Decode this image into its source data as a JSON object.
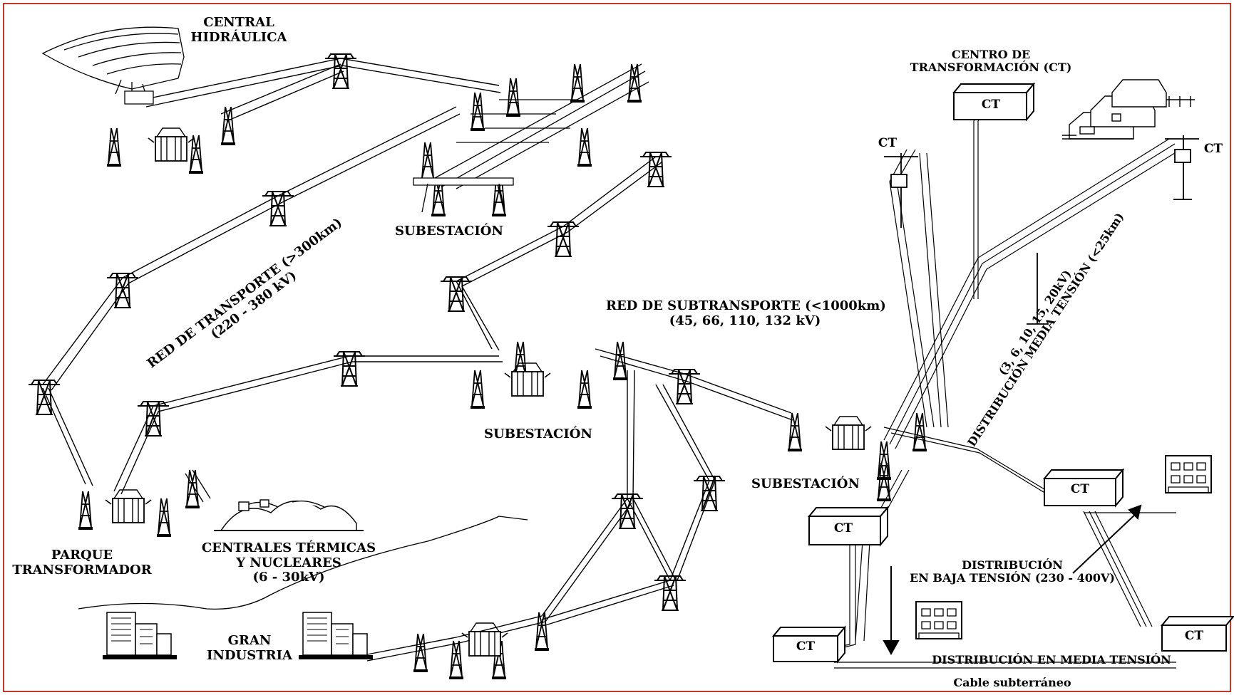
{
  "labels": {
    "central_hidraulica": "CENTRAL\nHIDRÁULICA",
    "subestacion_top": "SUBESTACIÓN",
    "red_transporte": "RED DE TRANSPORTE (>300km)\n(220 - 380 kV)",
    "subestacion_mid": "SUBESTACIÓN",
    "red_subtransporte": "RED DE SUBTRANSPORTE (<1000km)\n(45, 66, 110, 132 kV)",
    "subestacion_right": "SUBESTACIÓN",
    "parque_transformador": "PARQUE\nTRANSFORMADOR",
    "centrales_termicas": "CENTRALES TÉRMICAS\nY NUCLEARES\n(6 - 30kV)",
    "gran_industria": "GRAN\nINDUSTRIA",
    "centro_transformacion": "CENTRO DE\nTRANSFORMACIÓN (CT)",
    "distribucion_media": "(3, 6, 10, 15, 20kV)\nDISTRIBUCIÓN MEDIA TENSIÓN (<25km)",
    "distribucion_baja": "DISTRIBUCIÓN\nEN BAJA TENSIÓN (230 - 400V)",
    "distribucion_media_bottom": "DISTRIBUCIÓN EN MEDIA TENSIÓN",
    "cable_subterraneo": "Cable subterráneo"
  },
  "ct": {
    "ct_top_box": "CT",
    "ct_pole_left": "CT",
    "ct_pole_right": "CT",
    "ct_box_mid_right": "CT",
    "ct_box_mid_left": "CT",
    "ct_box_bottom_left": "CT",
    "ct_box_bottom_right": "CT"
  },
  "colors": {
    "frame": "#c0392b",
    "ink": "#000000"
  }
}
